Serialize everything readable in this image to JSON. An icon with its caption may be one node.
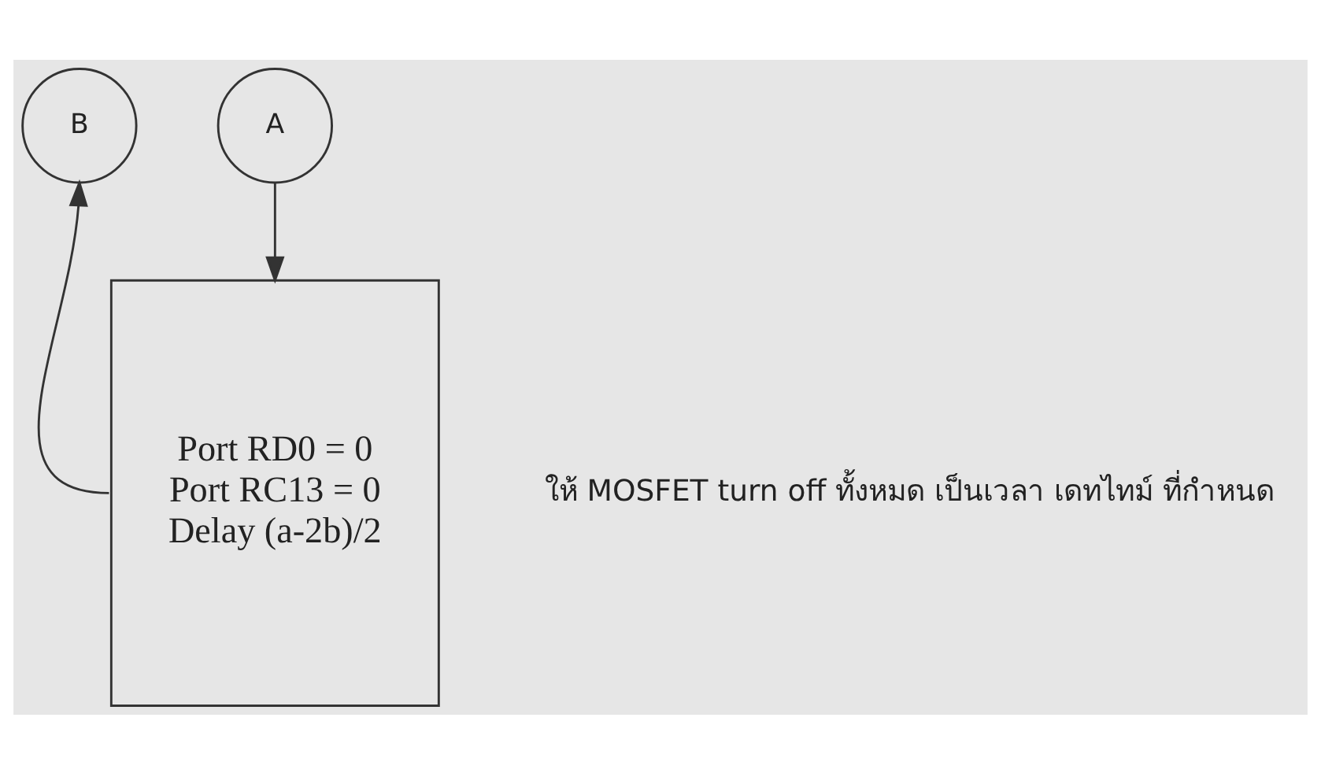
{
  "diagram": {
    "nodes": [
      {
        "text": [
          "B"
        ]
      },
      {
        "text": [
          "A"
        ]
      },
      {
        "text": [
          "Port RD0 = 0",
          "Port RC13 = 0",
          "Delay (a-2b)/2"
        ],
        "beside": [
          "ให้ MOSFET turn off ทั้งหมด เป็นเวลา เดทไทม์ ที่กำหนด"
        ]
      }
    ],
    "edges": [
      {
        "from": 1,
        "to": 2,
        "arrow": "to"
      },
      {
        "from": 2,
        "to": 0,
        "arrow": "to"
      }
    ]
  }
}
